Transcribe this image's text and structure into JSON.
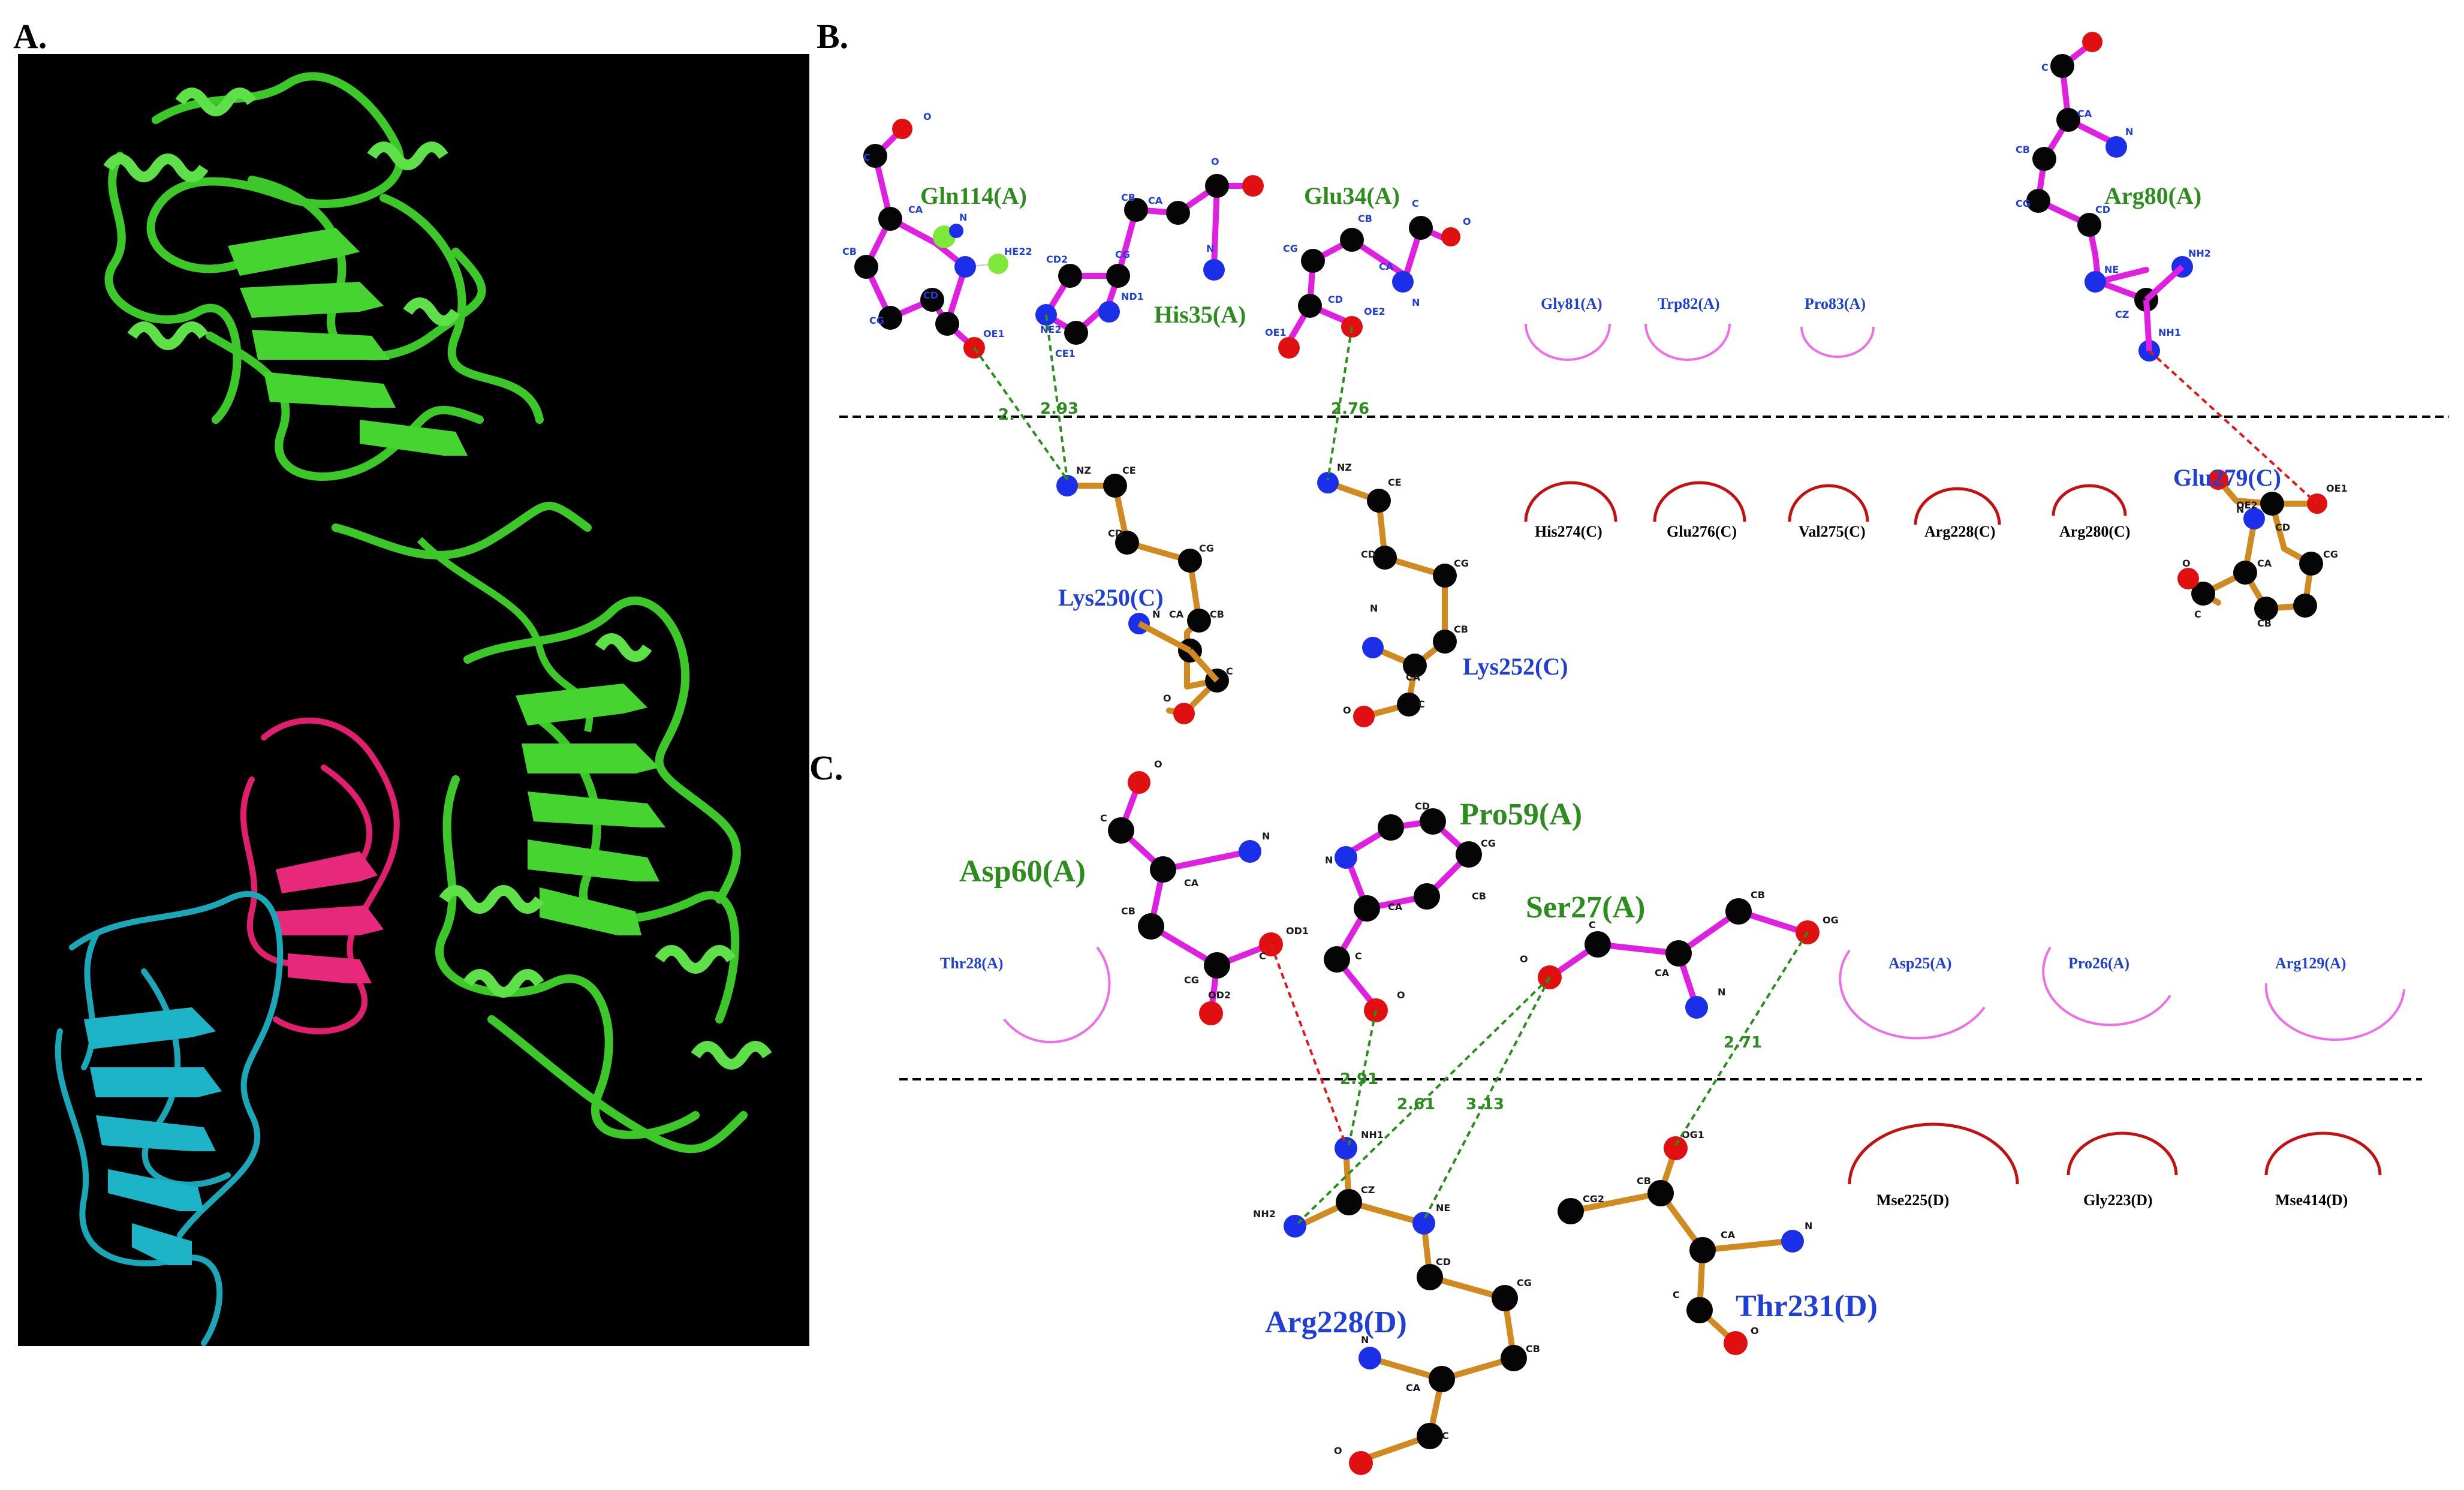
{
  "panels": {
    "a_label": "A.",
    "b_label": "B.",
    "c_label": "C."
  },
  "colors": {
    "ligand_bond": "#e020e0",
    "receptor_bond": "#d08a20",
    "carbon": "#050505",
    "nitrogen": "#1c2fe8",
    "oxygen": "#e01010",
    "hydrogen": "#7ee83a",
    "hbond": "#2a8f1a",
    "saltbridge": "#e01818",
    "hydrophobic_ligand": "#ee6ee6",
    "hydrophobic_receptor": "#c41010",
    "res_green": "#2d8c1e",
    "res_blue": "#1f3fd6",
    "protein_green": "#3cc828",
    "protein_pink": "#e0206e",
    "protein_cyan": "#1aa8b8"
  },
  "panel_b": {
    "residues": {
      "gln114": "Gln114(A)",
      "his35": "His35(A)",
      "glu34": "Glu34(A)",
      "arg80": "Arg80(A)",
      "lys250": "Lys250(C)",
      "lys252": "Lys252(C)",
      "glu279": "Glu279(C)"
    },
    "hydrophobic_top": [
      "Gly81(A)",
      "Trp82(A)",
      "Pro83(A)"
    ],
    "hydrophobic_bottom": [
      "His274(C)",
      "Glu276(C)",
      "Val275(C)",
      "Arg228(C)",
      "Arg280(C)"
    ],
    "distances": [
      "2.93",
      "2.76"
    ],
    "distance_partial": "2."
  },
  "panel_c": {
    "residues": {
      "asp60": "Asp60(A)",
      "pro59": "Pro59(A)",
      "ser27": "Ser27(A)",
      "arg228": "Arg228(D)",
      "thr231": "Thr231(D)"
    },
    "hydrophobic_top": [
      "Thr28(A)",
      "Asp25(A)",
      "Pro26(A)",
      "Arg129(A)"
    ],
    "hydrophobic_bottom": [
      "Mse225(D)",
      "Gly223(D)",
      "Mse414(D)"
    ],
    "distances": [
      "2.91",
      "2.61",
      "3.13",
      "2.71"
    ]
  },
  "atoms": {
    "C": "C",
    "O": "O",
    "N": "N",
    "CA": "CA",
    "CB": "CB",
    "CG": "CG",
    "CD": "CD",
    "CE": "CE",
    "NZ": "NZ",
    "OE1": "OE1",
    "OE2": "OE2",
    "NE2": "NE2",
    "ND1": "ND1",
    "CE1": "CE1",
    "CD2": "CD2",
    "NE": "NE",
    "CZ": "CZ",
    "NH1": "NH1",
    "NH2": "NH2",
    "HE22": "HE22",
    "OD1": "OD1",
    "OD2": "OD2",
    "OG": "OG",
    "OG1": "OG1",
    "CG2": "CG2"
  }
}
